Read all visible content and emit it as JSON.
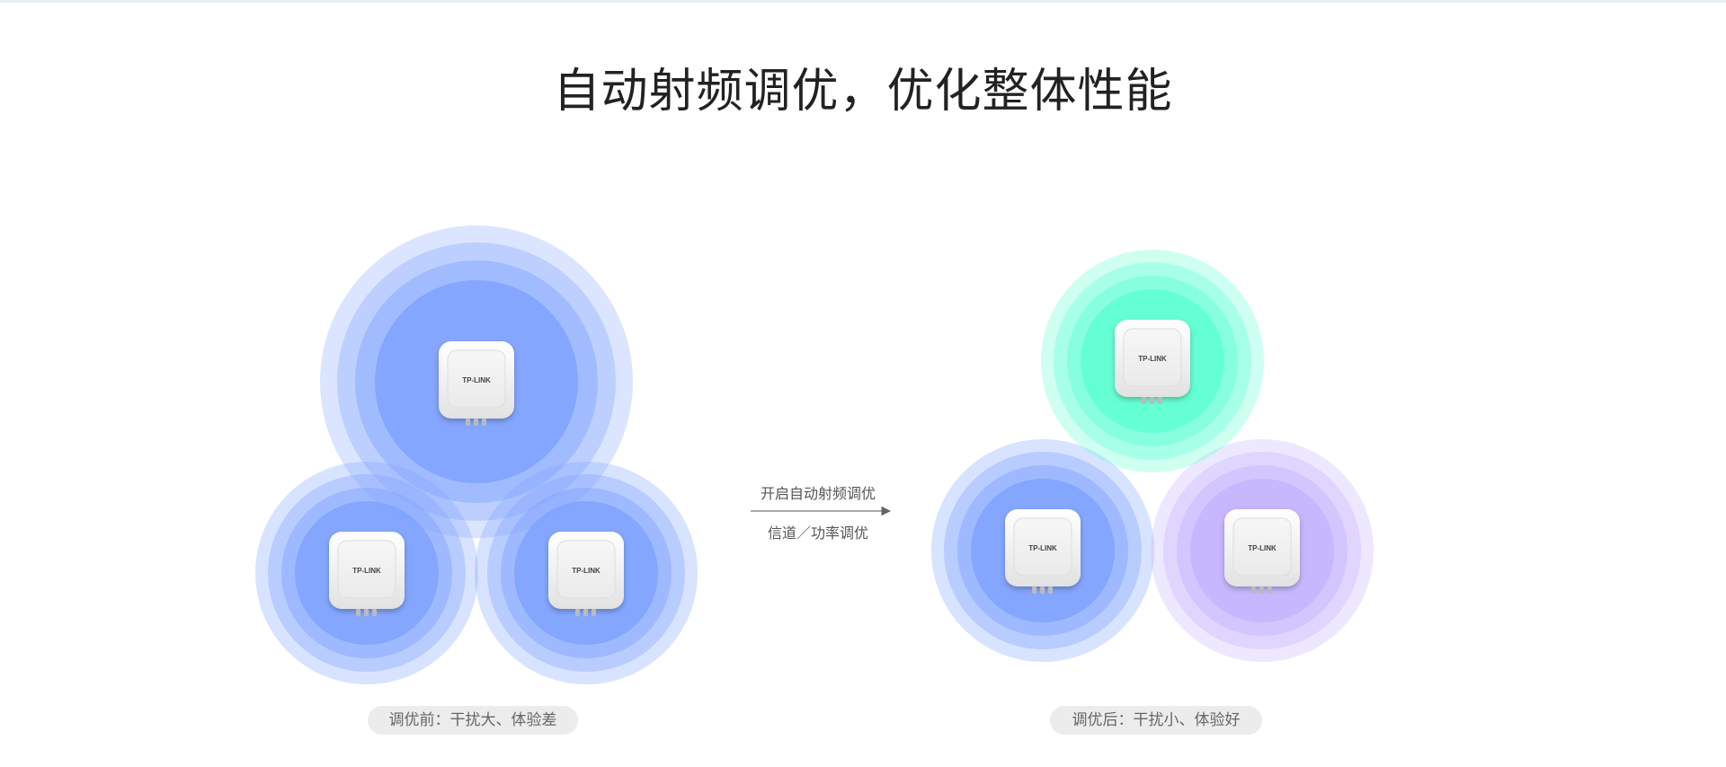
{
  "page": {
    "title": "自动射频调优，优化整体性能"
  },
  "before": {
    "caption": "调优前：干扰大、体验差",
    "ap_logo": "TP-LINK",
    "coverage_color": "#7fa2ff"
  },
  "process": {
    "top_label": "开启自动射频调优",
    "bottom_label": "信道／功率调优"
  },
  "after": {
    "caption": "调优后：干扰小、体验好",
    "ap_logo": "TP-LINK",
    "coverage_colors": {
      "top": "#5fffd2",
      "left": "#7fa2ff",
      "right": "#c4b4ff"
    }
  }
}
